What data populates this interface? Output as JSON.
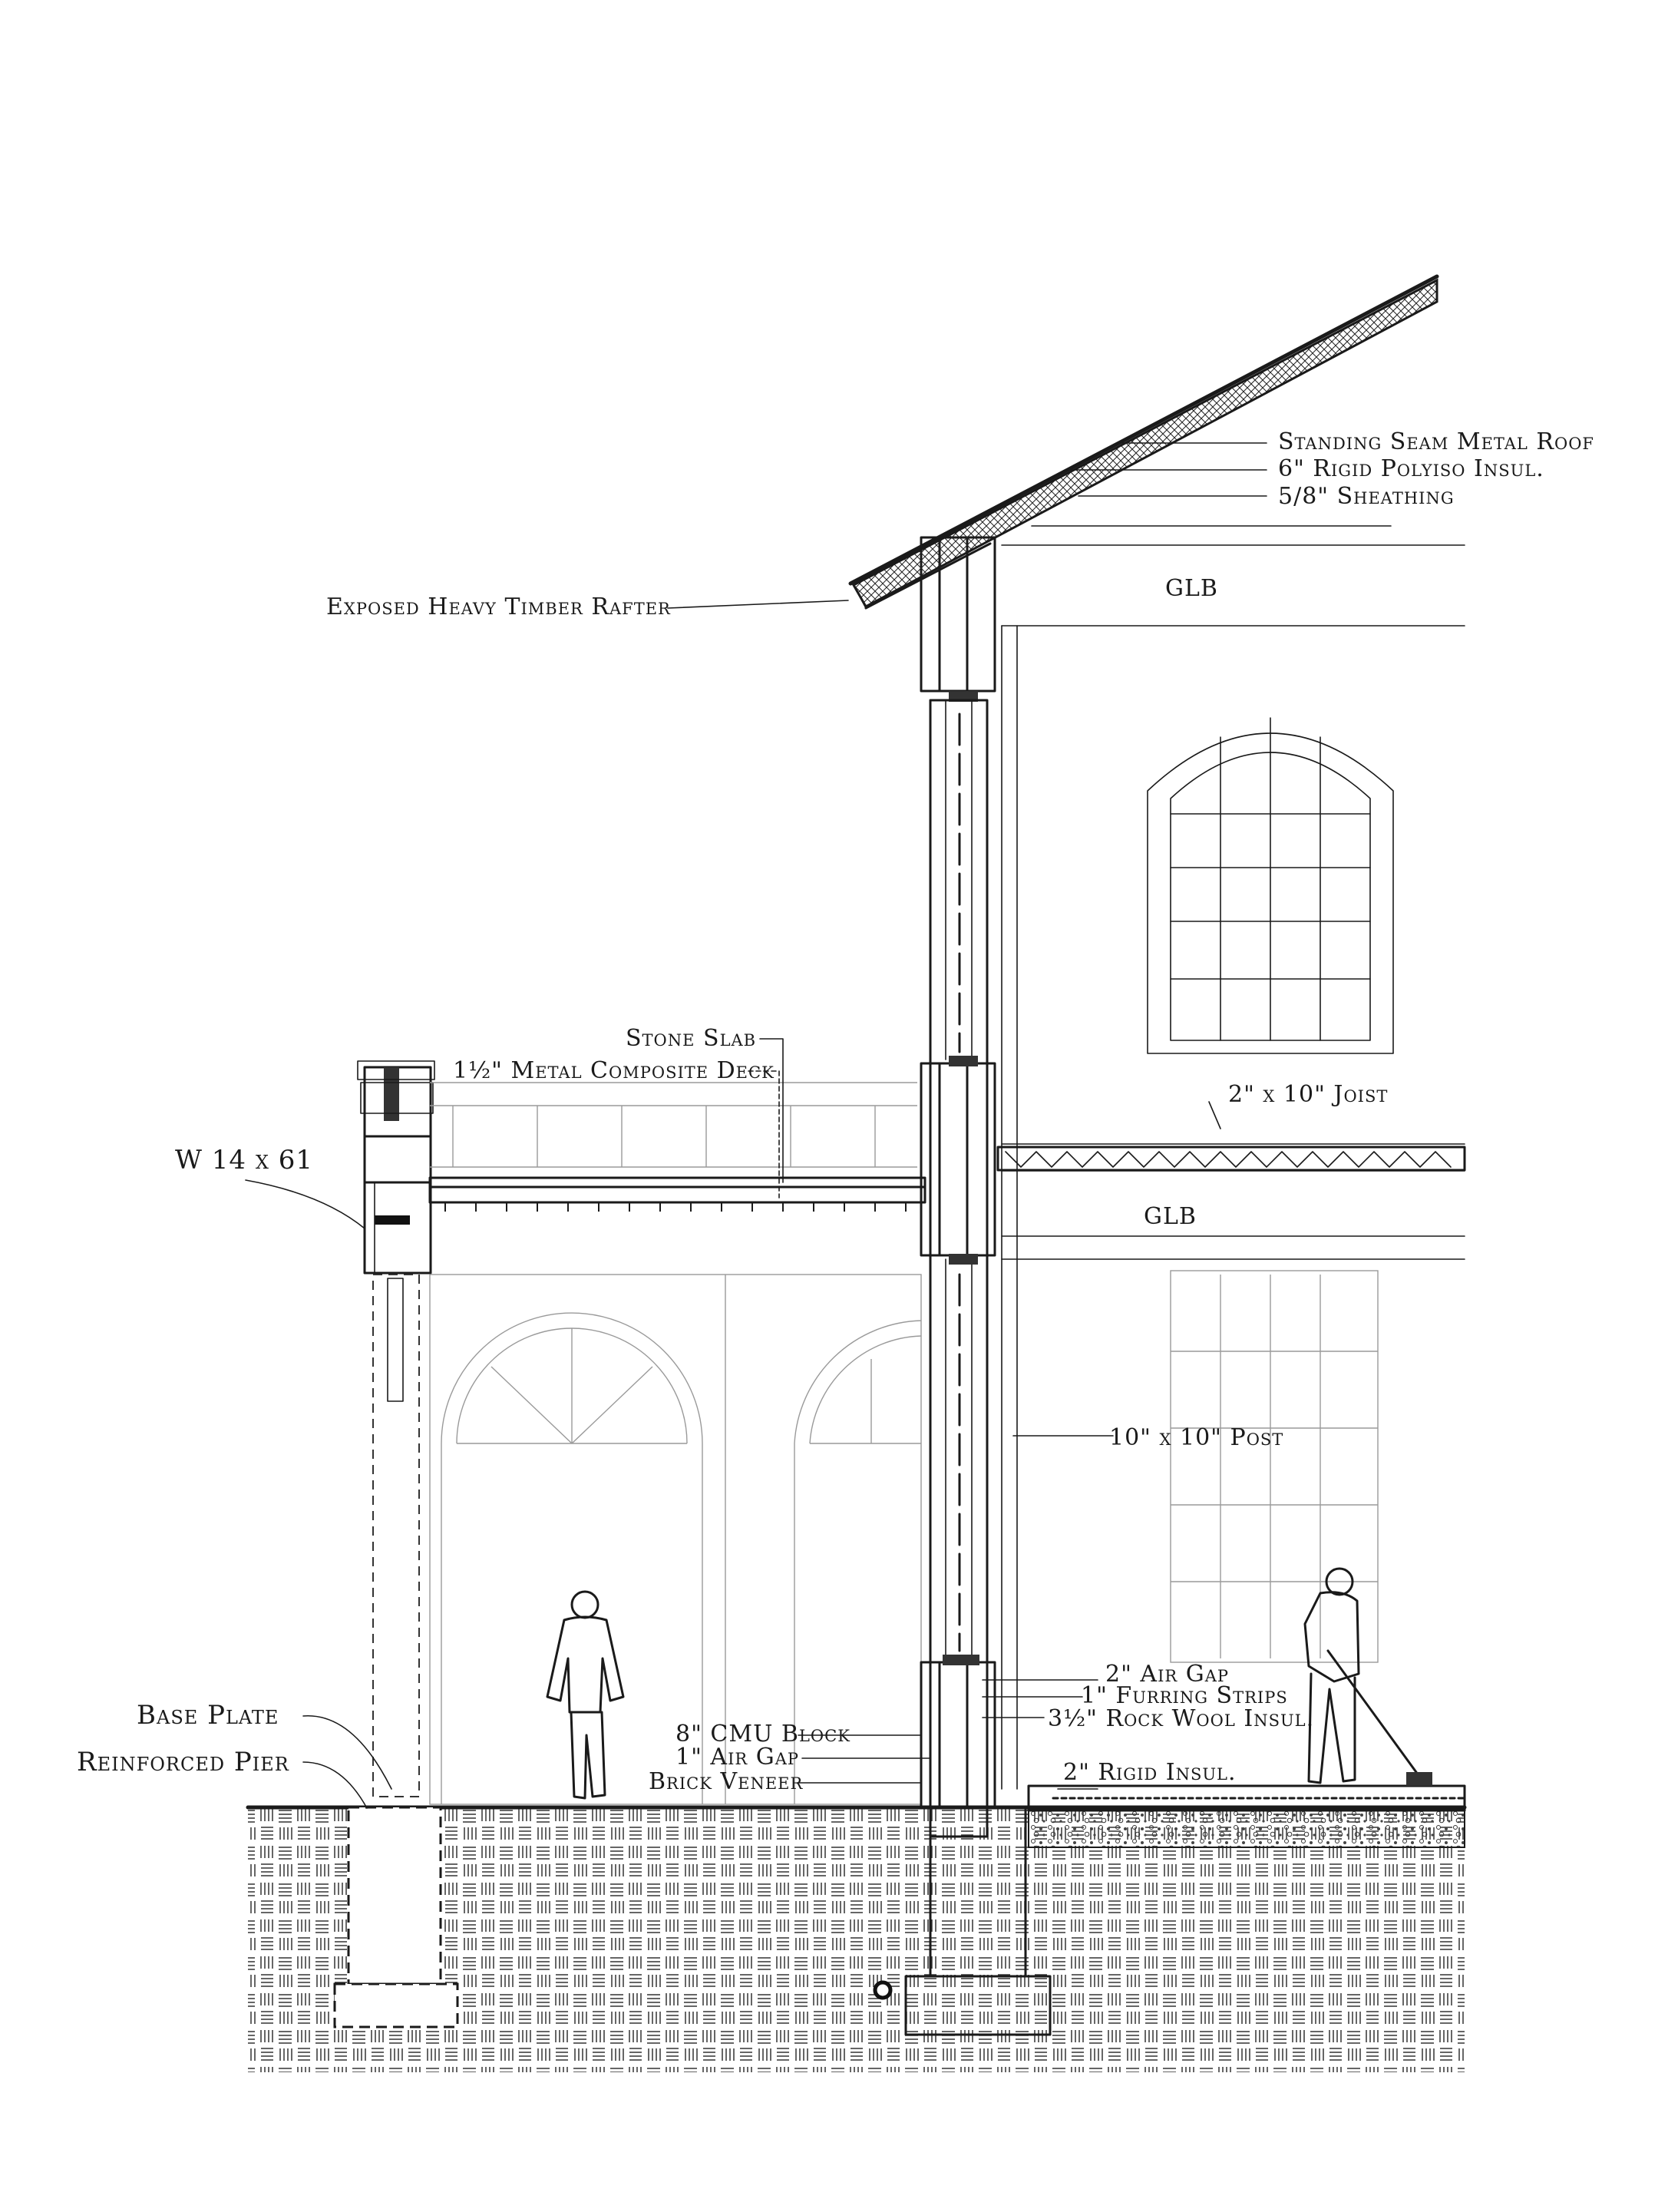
{
  "labels": {
    "roof": "Standing Seam Metal Roof",
    "insulation": "6\" Rigid Polyiso Insul.",
    "sheathing": "5/8\" Sheathing",
    "glb_upper": "GLB",
    "rafter": "Exposed Heavy Timber Rafter",
    "stone_slab": "Stone Slab",
    "metal_deck": "1½\" Metal Composite Deck",
    "joist": "2\" x 10\" Joist",
    "beam": "W 14 x 61",
    "glb_lower": "GLB",
    "post": "10\" x 10\" Post",
    "air_gap_2": "2\" Air Gap",
    "furring": "1\" Furring Strips",
    "rock_wool": "3½\" Rock Wool Insul.",
    "cmu": "8\" CMU Block",
    "air_gap_1": "1\" Air Gap",
    "brick": "Brick Veneer",
    "rigid_insul": "2\" Rigid Insul.",
    "base_plate": "Base Plate",
    "pier": "Reinforced Pier"
  }
}
